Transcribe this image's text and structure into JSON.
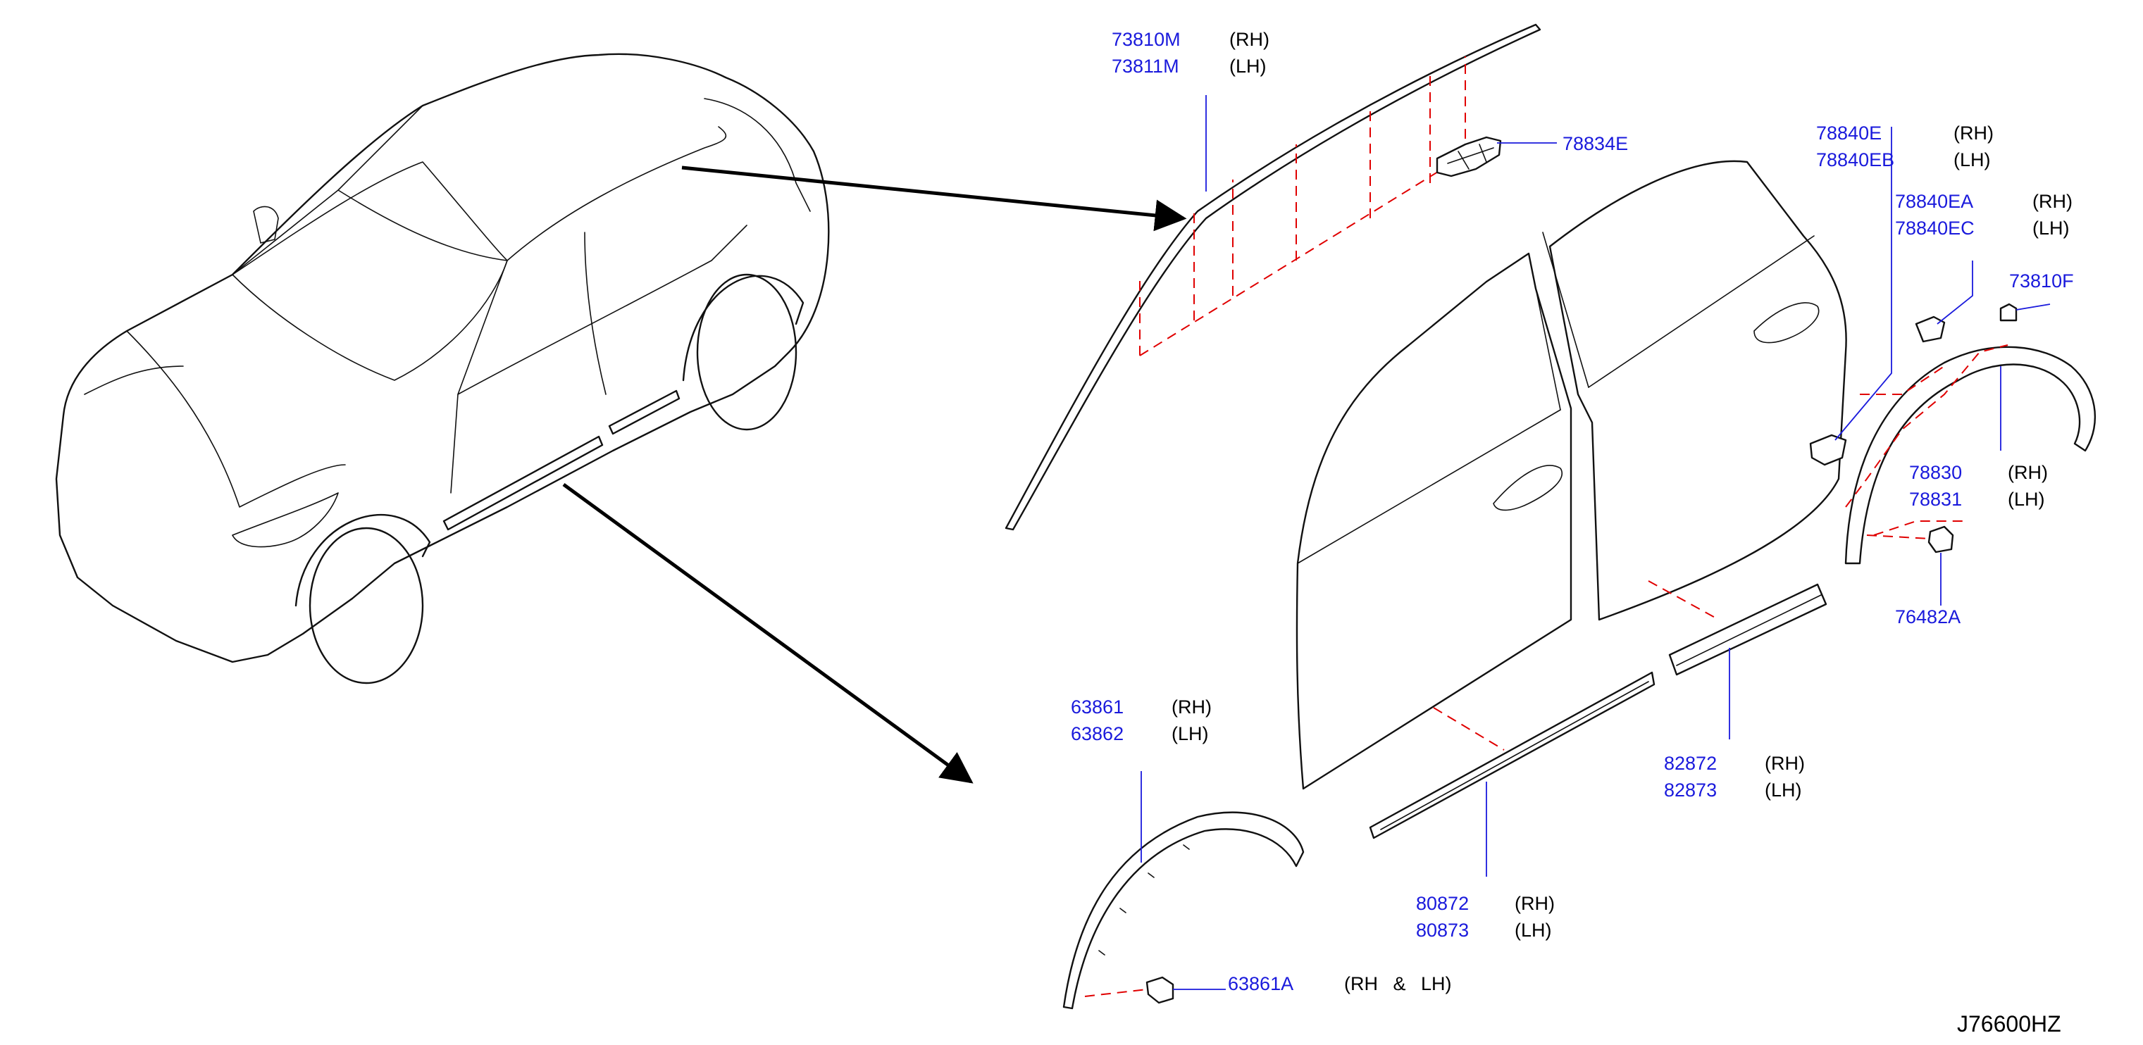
{
  "diagram_code": "J76600HZ",
  "parts": {
    "p73810M": "73810M",
    "p73811M": "73811M",
    "p78834E": "78834E",
    "p78840E": "78840E",
    "p78840EB": "78840EB",
    "p78840EA": "78840EA",
    "p78840EC": "78840EC",
    "p73810F": "73810F",
    "p78830": "78830",
    "p78831": "78831",
    "p76482A": "76482A",
    "p63861": "63861",
    "p63862": "63862",
    "p63861A": "63861A",
    "p80872": "80872",
    "p80873": "80873",
    "p82872": "82872",
    "p82873": "82873"
  },
  "sides": {
    "rh": "(RH)",
    "lh": "(LH)",
    "rh_lh": "(RH & LH)"
  },
  "colors": {
    "part_number": "#1a1adc",
    "leader_line": "#1a1adc",
    "dashed_guide": "#e00000",
    "outline": "#111111"
  }
}
